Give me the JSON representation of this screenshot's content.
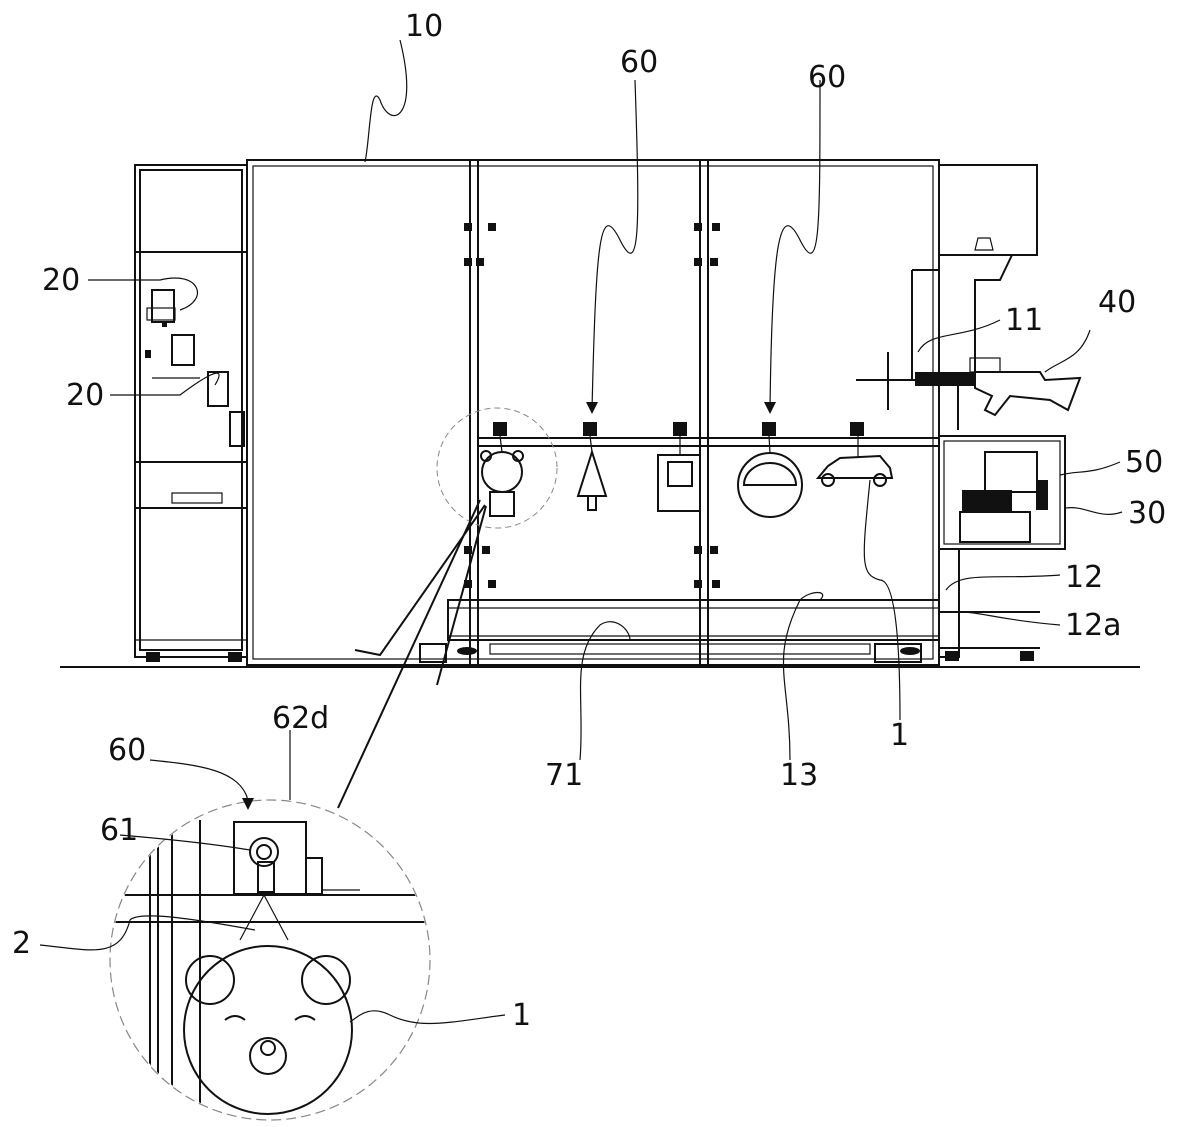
{
  "figure": {
    "labels": [
      {
        "id": "ref-10",
        "text": "10"
      },
      {
        "id": "ref-60-a",
        "text": "60"
      },
      {
        "id": "ref-60-b",
        "text": "60"
      },
      {
        "id": "ref-20-a",
        "text": "20"
      },
      {
        "id": "ref-20-b",
        "text": "20"
      },
      {
        "id": "ref-11",
        "text": "11"
      },
      {
        "id": "ref-40",
        "text": "40"
      },
      {
        "id": "ref-50",
        "text": "50"
      },
      {
        "id": "ref-30",
        "text": "30"
      },
      {
        "id": "ref-12",
        "text": "12"
      },
      {
        "id": "ref-12a",
        "text": "12a"
      },
      {
        "id": "ref-71",
        "text": "71"
      },
      {
        "id": "ref-13",
        "text": "13"
      },
      {
        "id": "ref-1-main",
        "text": "1"
      },
      {
        "id": "ref-60-detail",
        "text": "60"
      },
      {
        "id": "ref-62d",
        "text": "62d"
      },
      {
        "id": "ref-61",
        "text": "61"
      },
      {
        "id": "ref-2",
        "text": "2"
      },
      {
        "id": "ref-1-detail",
        "text": "1"
      }
    ]
  }
}
